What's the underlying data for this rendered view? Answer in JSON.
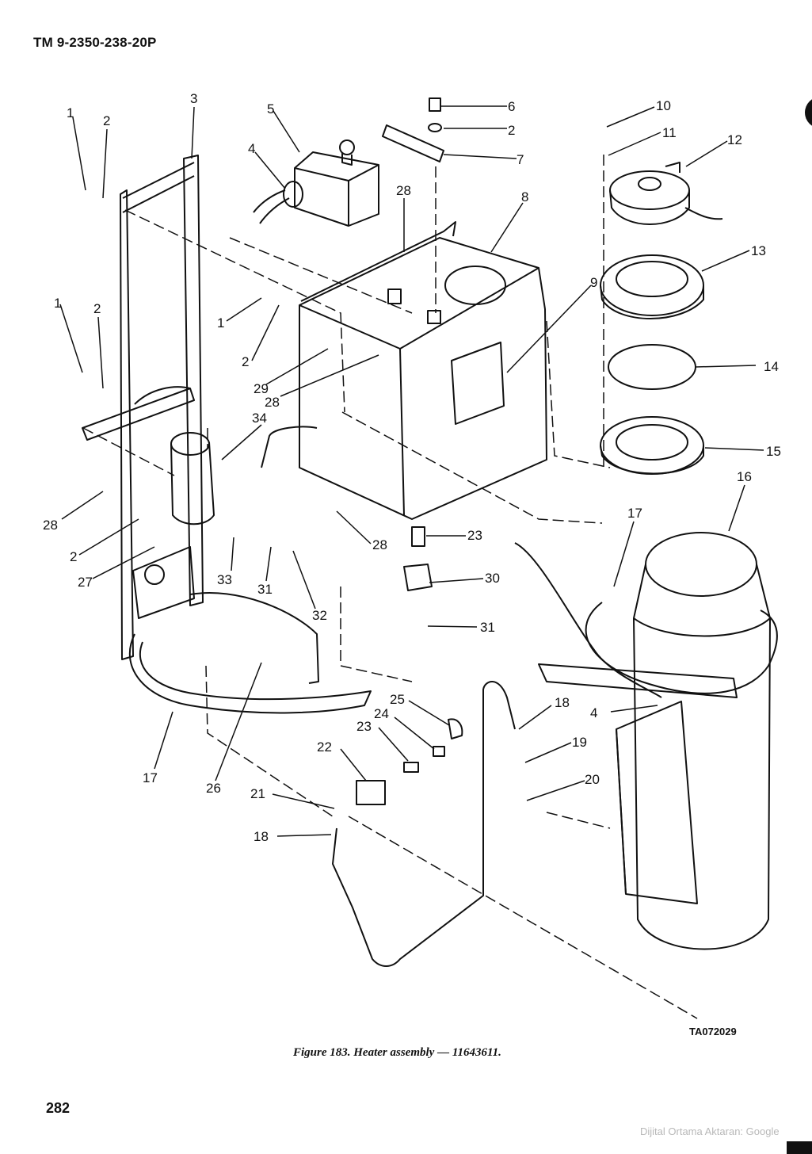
{
  "header": {
    "doc_number": "TM 9-2350-238-20P"
  },
  "figure": {
    "caption": "Figure 183.  Heater assembly — 11643611.",
    "art_code": "TA072029"
  },
  "page_number": "282",
  "watermark": "Dijital Ortama Aktaran: Google",
  "callouts": {
    "c1a": "1",
    "c2a": "2",
    "c3": "3",
    "c4a": "4",
    "c5": "5",
    "c6": "6",
    "c2b": "2",
    "c7": "7",
    "c8": "8",
    "c28a": "28",
    "c10": "10",
    "c11": "11",
    "c12": "12",
    "c13": "13",
    "c9": "9",
    "c1b": "1",
    "c2c": "2",
    "c14": "14",
    "c1c": "1",
    "c2d": "2",
    "c29": "29",
    "c28b": "28",
    "c34": "34",
    "c15": "15",
    "c16": "16",
    "c17a": "17",
    "c28c": "28",
    "c28d": "28",
    "c23a": "23",
    "c2e": "2",
    "c30": "30",
    "c27": "27",
    "c33": "33",
    "c31a": "31",
    "c32": "32",
    "c31b": "31",
    "c18a": "18",
    "c25": "25",
    "c4b": "4",
    "c24": "24",
    "c23b": "23",
    "c19": "19",
    "c22": "22",
    "c20": "20",
    "c17b": "17",
    "c26": "26",
    "c21": "21",
    "c18b": "18"
  }
}
